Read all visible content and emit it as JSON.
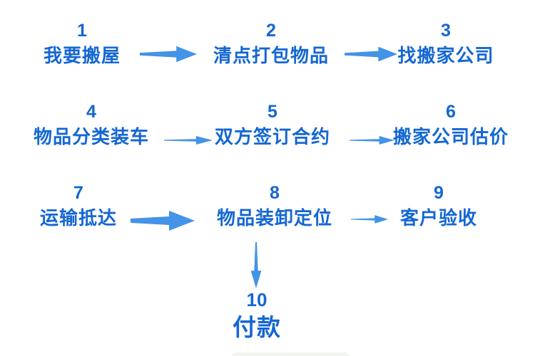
{
  "flowchart": {
    "title_hidden": "",
    "steps": [
      {
        "number": "1",
        "label": "我要搬屋"
      },
      {
        "number": "2",
        "label": "清点打包物品"
      },
      {
        "number": "3",
        "label": "找搬家公司"
      },
      {
        "number": "4",
        "label": "物品分类装车"
      },
      {
        "number": "5",
        "label": "双方签订合约"
      },
      {
        "number": "6",
        "label": "搬家公司估价"
      },
      {
        "number": "7",
        "label": "运输抵达"
      },
      {
        "number": "8",
        "label": "物品装卸定位"
      },
      {
        "number": "9",
        "label": "客户验收"
      },
      {
        "number": "10",
        "label": "付款"
      }
    ],
    "connections": [
      {
        "from": "1",
        "to": "2",
        "direction": "right"
      },
      {
        "from": "2",
        "to": "3",
        "direction": "right"
      },
      {
        "from": "4",
        "to": "5",
        "direction": "right"
      },
      {
        "from": "5",
        "to": "6",
        "direction": "right"
      },
      {
        "from": "7",
        "to": "8",
        "direction": "right"
      },
      {
        "from": "8",
        "to": "9",
        "direction": "right"
      },
      {
        "from": "8",
        "to": "10",
        "direction": "down"
      }
    ],
    "colors": {
      "text_blue": "#1467d2",
      "arrow_blue": "#4393e6",
      "background": "#ffffff"
    }
  }
}
